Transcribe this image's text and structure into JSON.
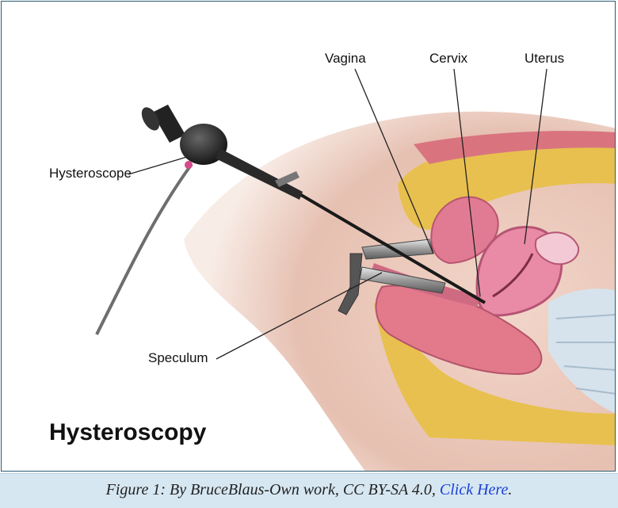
{
  "labels": {
    "vagina": "Vagina",
    "cervix": "Cervix",
    "uterus": "Uterus",
    "hysteroscope": "Hysteroscope",
    "speculum": "Speculum"
  },
  "title": "Hysteroscopy",
  "caption": {
    "text": "Figure 1: By BruceBlaus-Own work, CC BY-SA 4.0, ",
    "link_text": "Click Here",
    "trailing": "."
  },
  "colors": {
    "frame_border": "#2b5c73",
    "caption_background": "#d6e7f1",
    "link": "#1a3fd6",
    "skin": "#e9c7b9",
    "fat": "#e8c04f",
    "muscle_pink": "#e4809a",
    "instrument_dark": "#2a2a2a"
  }
}
